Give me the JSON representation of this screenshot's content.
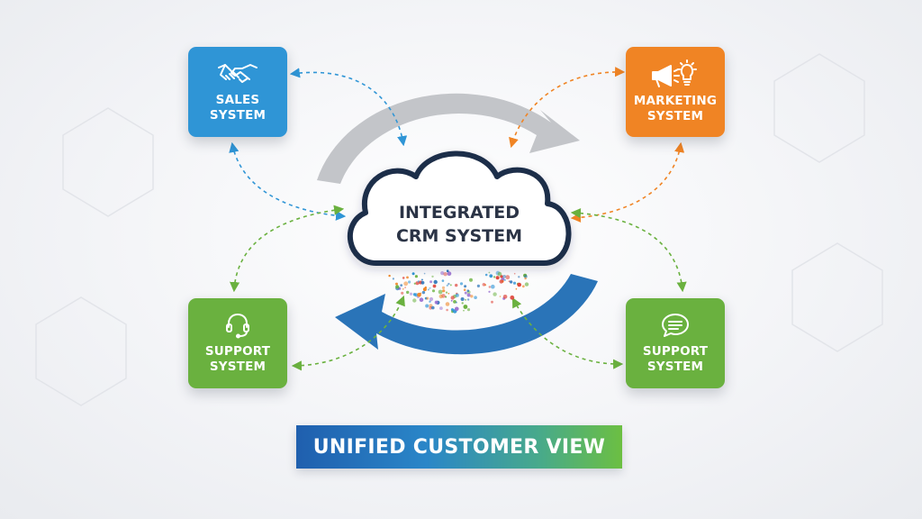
{
  "center": {
    "line1": "INTEGRATED",
    "line2": "CRM SYSTEM"
  },
  "nodes": {
    "sales": {
      "line1": "SALES",
      "line2": "SYSTEM",
      "color": "#2f95d6",
      "icon": "handshake-icon"
    },
    "marketing": {
      "line1": "MARKETING",
      "line2": "SYSTEM",
      "color": "#f08424",
      "icon": "megaphone-lightbulb-icon"
    },
    "support_left": {
      "line1": "SUPPORT",
      "line2": "SYSTEM",
      "color": "#6ab13f",
      "icon": "headset-icon"
    },
    "support_right": {
      "line1": "SUPPORT",
      "line2": "SYSTEM",
      "color": "#6ab13f",
      "icon": "chat-bubble-icon"
    }
  },
  "banner": {
    "label": "UNIFIED CUSTOMER VIEW"
  },
  "colors": {
    "cycle_top_arrow": "#c3c5c9",
    "cycle_bottom_arrow": "#2a74b8",
    "cloud_outline": "#1f2d48",
    "connector_blue": "#2f95d6",
    "connector_orange": "#f08424",
    "connector_green": "#6ab13f"
  }
}
